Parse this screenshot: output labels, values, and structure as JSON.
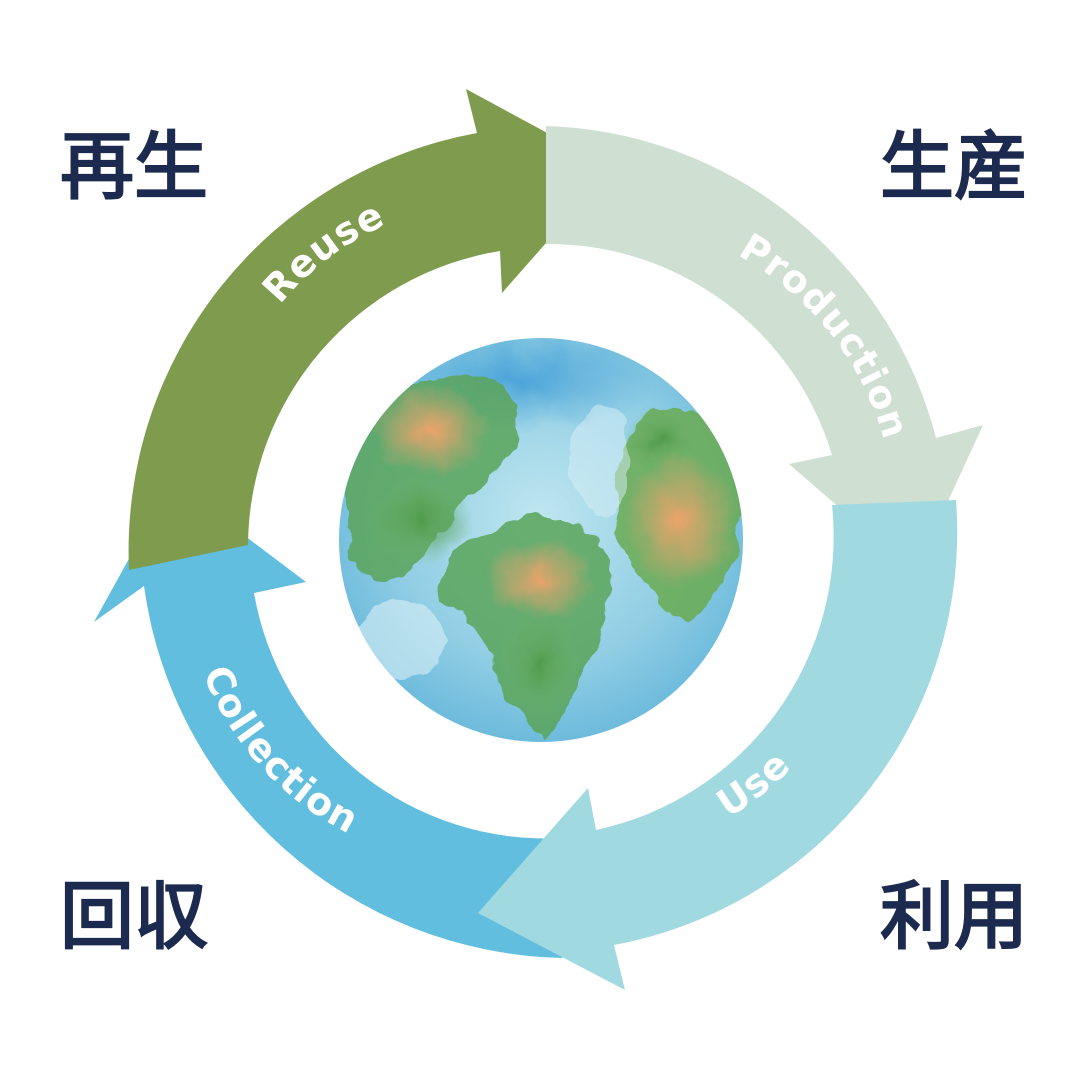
{
  "colors": {
    "reuse": "#7f9b4e",
    "production": "#cfdfd2",
    "use": "#a0d9e0",
    "collection": "#62bede",
    "label_text": "#1b2a4e",
    "arrow_text": "#ffffff",
    "background": "#ffffff"
  },
  "stages": {
    "reuse": {
      "en": "Reuse",
      "ja": "再生"
    },
    "production": {
      "en": "Production",
      "ja": "生産"
    },
    "use": {
      "en": "Use",
      "ja": "利用"
    },
    "collection": {
      "en": "Collection",
      "ja": "回収"
    }
  },
  "center": {
    "icon": "watercolor-globe-icon"
  }
}
